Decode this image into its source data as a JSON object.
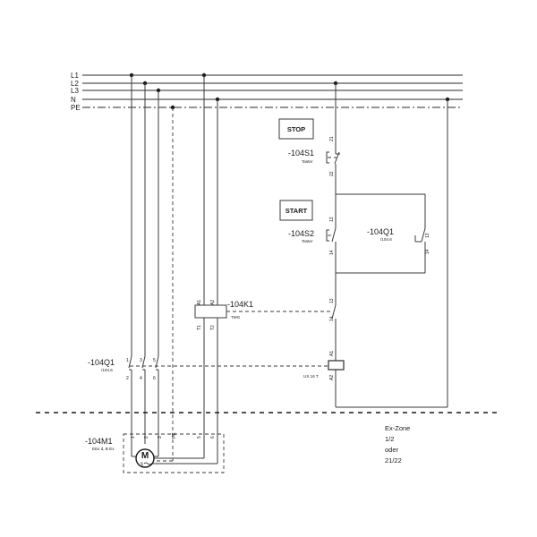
{
  "buses": {
    "l1": "L1",
    "l2": "L2",
    "l3": "L3",
    "n": "N",
    "pe": "PE"
  },
  "stop_button": "STOP",
  "start_button": "START",
  "s1": {
    "tag": "-104S1",
    "type": "Taster",
    "pin_top": "21",
    "pin_bottom": "22"
  },
  "s2": {
    "tag": "-104S2",
    "type": "Taster",
    "pin_top": "13",
    "pin_bottom": "14"
  },
  "q1_aux": {
    "tag": "-104Q1",
    "ref": "/104.6",
    "pin_top": "13",
    "pin_bottom": "14"
  },
  "k1": {
    "tag": "-104K1",
    "type": "TMG",
    "a1": "A1",
    "a2": "A2",
    "t1": "T1",
    "t2": "T2",
    "contact_top": "13",
    "contact_bottom": "14"
  },
  "q1_coil": {
    "a1": "A1",
    "a2": "A2",
    "type": "US 16 T"
  },
  "q1_main": {
    "tag": "-104Q1",
    "ref": "/104.6",
    "pins_top": [
      "1",
      "3",
      "5"
    ],
    "pins_bottom": [
      "2",
      "4",
      "6"
    ]
  },
  "motor": {
    "tag": "-104M1",
    "type": "EEx d, B Ex",
    "symbol_main": "M",
    "symbol_sub": "3",
    "pins": [
      "1",
      "2",
      "3",
      "PE",
      "5",
      "6"
    ]
  },
  "ex_zone": {
    "lines": [
      "Ex-Zone",
      "1/2",
      "oder",
      "21/22"
    ]
  }
}
